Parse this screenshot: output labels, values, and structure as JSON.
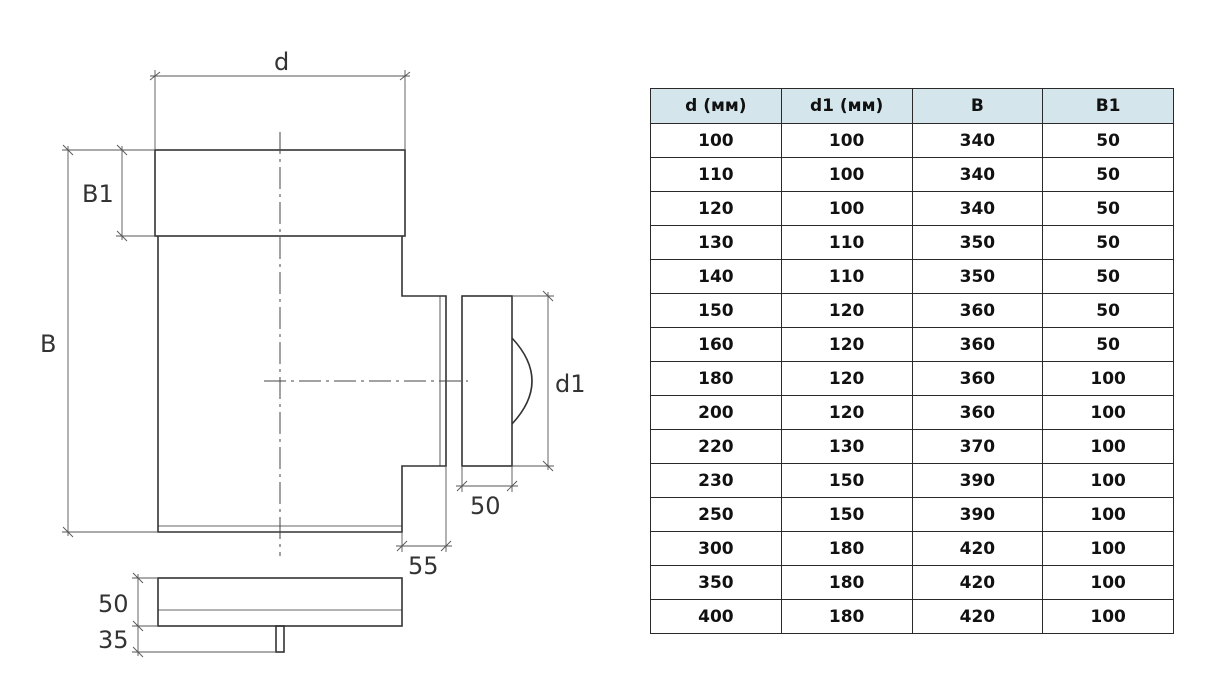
{
  "drawing": {
    "labels": {
      "d": "d",
      "B1": "B1",
      "B": "B",
      "d1": "d1",
      "dim_50_side": "50",
      "dim_55": "55",
      "dim_50_cap": "50",
      "dim_35": "35"
    }
  },
  "spec_table": {
    "headers": [
      "d (мм)",
      "d1 (мм)",
      "B",
      "B1"
    ],
    "header_bg": "#d4e6ec",
    "rows": [
      [
        "100",
        "100",
        "340",
        "50"
      ],
      [
        "110",
        "100",
        "340",
        "50"
      ],
      [
        "120",
        "100",
        "340",
        "50"
      ],
      [
        "130",
        "110",
        "350",
        "50"
      ],
      [
        "140",
        "110",
        "350",
        "50"
      ],
      [
        "150",
        "120",
        "360",
        "50"
      ],
      [
        "160",
        "120",
        "360",
        "50"
      ],
      [
        "180",
        "120",
        "360",
        "100"
      ],
      [
        "200",
        "120",
        "360",
        "100"
      ],
      [
        "220",
        "130",
        "370",
        "100"
      ],
      [
        "230",
        "150",
        "390",
        "100"
      ],
      [
        "250",
        "150",
        "390",
        "100"
      ],
      [
        "300",
        "180",
        "420",
        "100"
      ],
      [
        "350",
        "180",
        "420",
        "100"
      ],
      [
        "400",
        "180",
        "420",
        "100"
      ]
    ]
  }
}
